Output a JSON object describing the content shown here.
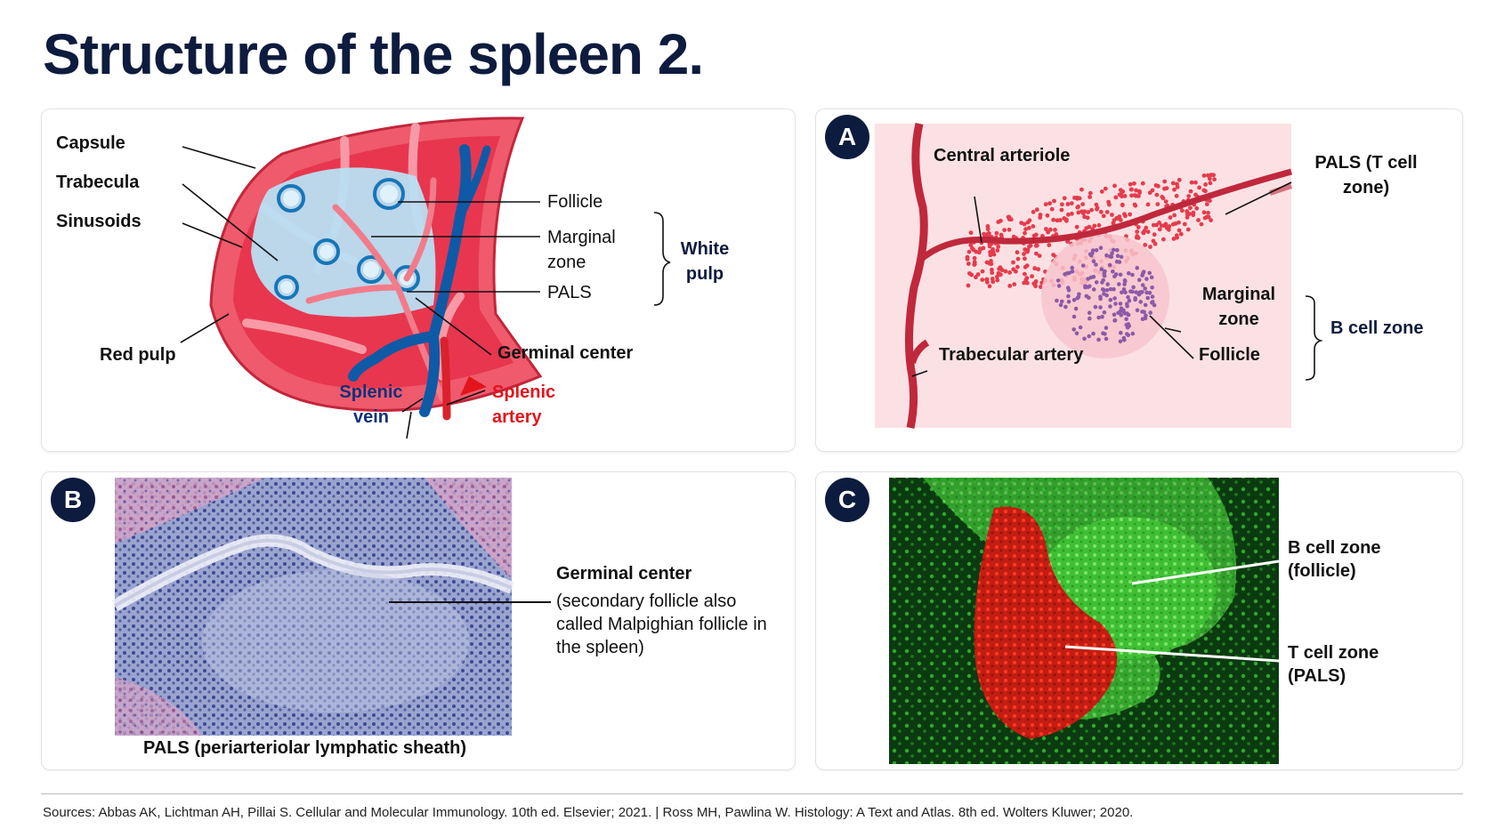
{
  "title": "Structure of the spleen 2.",
  "panel_top_left": {
    "labels": {
      "capsule": "Capsule",
      "trabecula": "Trabecula",
      "sinusoids": "Sinusoids",
      "red_pulp": "Red pulp",
      "follicle": "Follicle",
      "marginal_zone": "Marginal zone",
      "pals": "PALS",
      "white_pulp": "White pulp",
      "germinal_center": "Germinal center",
      "splenic_vein": "Splenic vein",
      "splenic_artery": "Splenic artery"
    },
    "colors": {
      "red_pulp": "#e8364f",
      "white_pulp": "#b9dff2",
      "vein": "#0e5aa7",
      "artery": "#d9222e"
    }
  },
  "panel_a": {
    "badge": "A",
    "labels": {
      "central_arteriole": "Central arteriole",
      "pals_t_cell_zone": "PALS (T cell zone)",
      "marginal_zone": "Marginal zone",
      "b_cell_zone": "B cell zone",
      "trabecular_artery": "Trabecular artery",
      "follicle": "Follicle"
    }
  },
  "panel_b": {
    "badge": "B",
    "labels": {
      "germinal_center": "Germinal center",
      "germinal_center_note": "(secondary follicle also called Malpighian follicle in the spleen)",
      "pals_full": "PALS (periarteriolar lymphatic sheath)"
    }
  },
  "panel_c": {
    "badge": "C",
    "labels": {
      "b_cell_zone": "B cell zone (follicle)",
      "t_cell_zone": "T cell zone (PALS)"
    }
  },
  "sources": "Sources: Abbas AK, Lichtman AH, Pillai S. Cellular and Molecular Immunology. 10th ed. Elsevier; 2021.  |  Ross MH, Pawlina W. Histology: A Text and Atlas. 8th ed. Wolters Kluwer; 2020."
}
